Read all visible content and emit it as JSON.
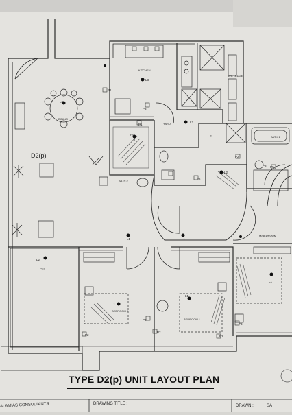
{
  "drawing_title_block": {
    "title": "TYPE D2(p) UNIT LAYOUT PLAN",
    "drawing_title_label": "DRAWING TITLE :",
    "drawn_label": "DRAWN :",
    "drawn_value": "SA",
    "stamp_text": "ALAMIAS CONSULTANTS"
  },
  "rooms": {
    "unit_label": "D2(p)",
    "kitchen": "KITCHEN",
    "dining": "DINING",
    "yard": "YARD",
    "ac_ledge": "A/C LEDGE",
    "bath1": "BATH 1",
    "bath2": "BATH 2",
    "hs": "HS",
    "bedroom1": "BEDROOM 1",
    "bedroom2": "BEDROOM 2",
    "master_bedroom": "M/BEDROOM",
    "pes": "PES"
  },
  "fixture_tags": {
    "l1": "L1",
    "l2": "L2",
    "l3": "L3",
    "p1": "P1",
    "p2": "P2",
    "p3": "P3",
    "p8": "P8",
    "p9": "P9",
    "fl": "FL"
  },
  "colors": {
    "paper": "#e4e3df",
    "line": "#2b2b2b",
    "hatch": "#555555",
    "background": "#d7d6d2"
  }
}
